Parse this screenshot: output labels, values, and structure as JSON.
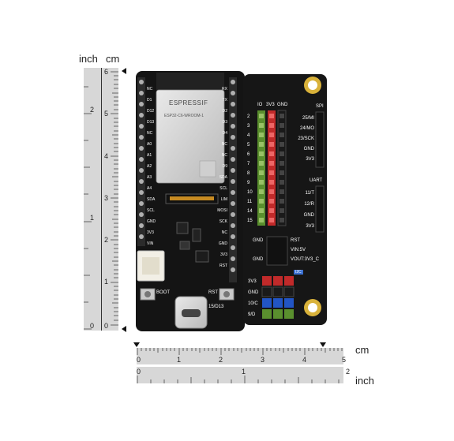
{
  "units": {
    "vertical_inch": "inch",
    "vertical_cm": "cm",
    "horizontal_cm": "cm",
    "horizontal_inch": "inch"
  },
  "ruler_vertical": {
    "cm_labels": [
      "6",
      "5",
      "4",
      "3",
      "2",
      "1",
      "0"
    ],
    "inch_labels": [
      "2",
      "1",
      "0"
    ]
  },
  "ruler_horizontal_cm": {
    "labels": [
      "0",
      "1",
      "2",
      "3",
      "4",
      "5"
    ]
  },
  "ruler_horizontal_inch": {
    "labels": [
      "0",
      "1",
      "2"
    ]
  },
  "board": {
    "module_brand": "ESPRESSIF",
    "module_model": "ESP32-C6-WROOM-1",
    "header_titles": {
      "io": "IO",
      "v33": "3V3",
      "gnd": "GND"
    },
    "io_numbers": [
      "2",
      "3",
      "4",
      "5",
      "6",
      "7",
      "8",
      "9",
      "10",
      "11",
      "14",
      "15"
    ],
    "left_pins": [
      "RX",
      "TX",
      "D2",
      "D3",
      "D4",
      "NC",
      "NC",
      "D9",
      "SDA",
      "SCL",
      "LIM",
      "MOSI",
      "SCK",
      "NC",
      "GND",
      "3V3",
      "RST"
    ],
    "left_pins_right": [
      "RX",
      "TX",
      "D2",
      "D3",
      "D4",
      "NC",
      "NC",
      "D9",
      "SDA",
      "SCL",
      "LIM",
      "MOSI",
      "SCK",
      "NC",
      "GND",
      "3V3",
      "RST"
    ],
    "left_col_pins": [
      "NC",
      "D1",
      "D12",
      "D13",
      "NC",
      "A0",
      "A1",
      "A2",
      "A3",
      "A4",
      "SDA",
      "SCL",
      "GND",
      "3V3",
      "VIN"
    ],
    "spi_title": "SPI",
    "spi_labels": [
      "25/MI",
      "24/MO",
      "23/SCK",
      "GND",
      "3V3"
    ],
    "uart_title": "UART",
    "uart_labels": [
      "11/T",
      "12/R",
      "GND",
      "3V3"
    ],
    "power_labels": [
      "GND",
      "RST",
      "VIN:5V",
      "VOUT:3V3_C",
      "GND"
    ],
    "i2c_title": "I2C",
    "i2c_labels": [
      "3V3",
      "GND",
      "10/C",
      "9/D"
    ],
    "bottom_labels": [
      "BOOT",
      "RST",
      "15/D13"
    ],
    "silk_io_right": [
      "2",
      "3",
      "4",
      "5",
      "6",
      "7",
      "8",
      "9",
      "10",
      "11",
      "14",
      "15"
    ]
  }
}
